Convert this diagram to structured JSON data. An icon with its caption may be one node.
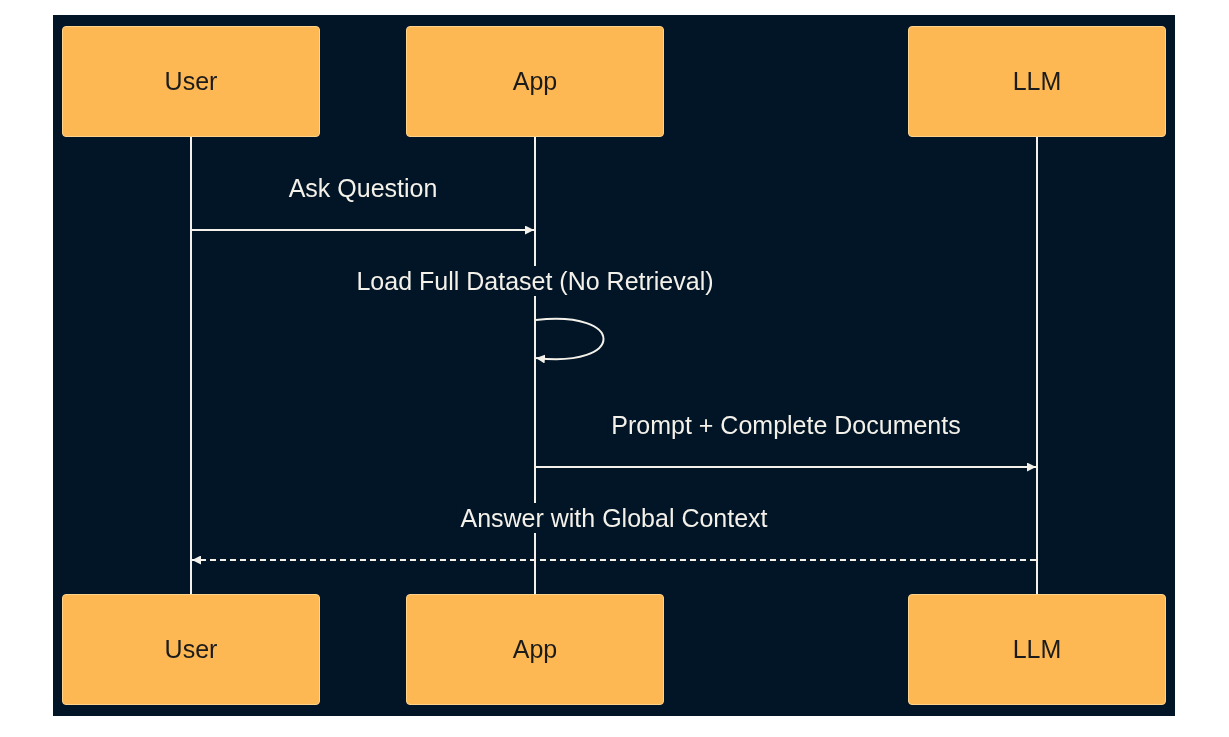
{
  "diagram": {
    "nodes": [
      {
        "text": [
          "User"
        ]
      },
      {
        "text": [
          "App"
        ]
      },
      {
        "text": [
          "LLM"
        ]
      },
      {
        "text": [],
        "shape": "line"
      },
      {
        "text": [],
        "shape": "line"
      },
      {
        "text": [],
        "shape": "line"
      },
      {
        "text": [
          "User"
        ]
      },
      {
        "text": [
          "App"
        ]
      },
      {
        "text": [
          "LLM"
        ]
      }
    ],
    "edges": [
      {
        "from": 3,
        "to": 4,
        "arrow": "to",
        "label": "Ask Question"
      },
      {
        "from": 4,
        "to": 4,
        "arrow": "to",
        "label": "Load Full Dataset (No Retrieval)"
      },
      {
        "from": 4,
        "to": 5,
        "arrow": "to",
        "label": "Prompt + Complete Documents"
      },
      {
        "from": 5,
        "to": 3,
        "arrow": "to",
        "label": "Answer with Global Context",
        "style": "dashed"
      }
    ]
  }
}
